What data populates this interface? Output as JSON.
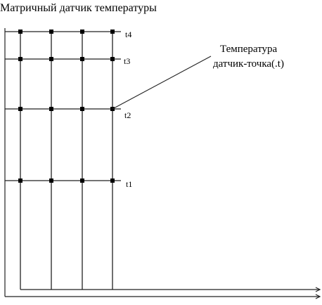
{
  "title": "Матричный датчик температуры",
  "row_labels": [
    "t4",
    "t3",
    "t2",
    "t1"
  ],
  "callout": {
    "line1": "Температура",
    "line2": "датчик-точка(.t)"
  },
  "colors": {
    "line": "#222222",
    "node": "#000000",
    "text": "#111111"
  }
}
